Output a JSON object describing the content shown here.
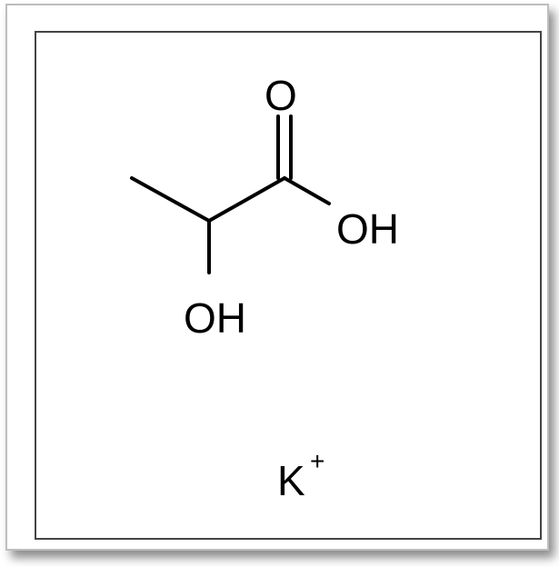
{
  "molecule": {
    "atoms": {
      "carbonyl_oxygen": "O",
      "acid_hydroxyl": "OH",
      "alpha_hydroxyl": "OH"
    }
  },
  "counterion": {
    "element": "K",
    "charge": "+"
  },
  "colors": {
    "bond": "#000000",
    "frame": "#444444",
    "card_border": "#bdbdbd"
  }
}
